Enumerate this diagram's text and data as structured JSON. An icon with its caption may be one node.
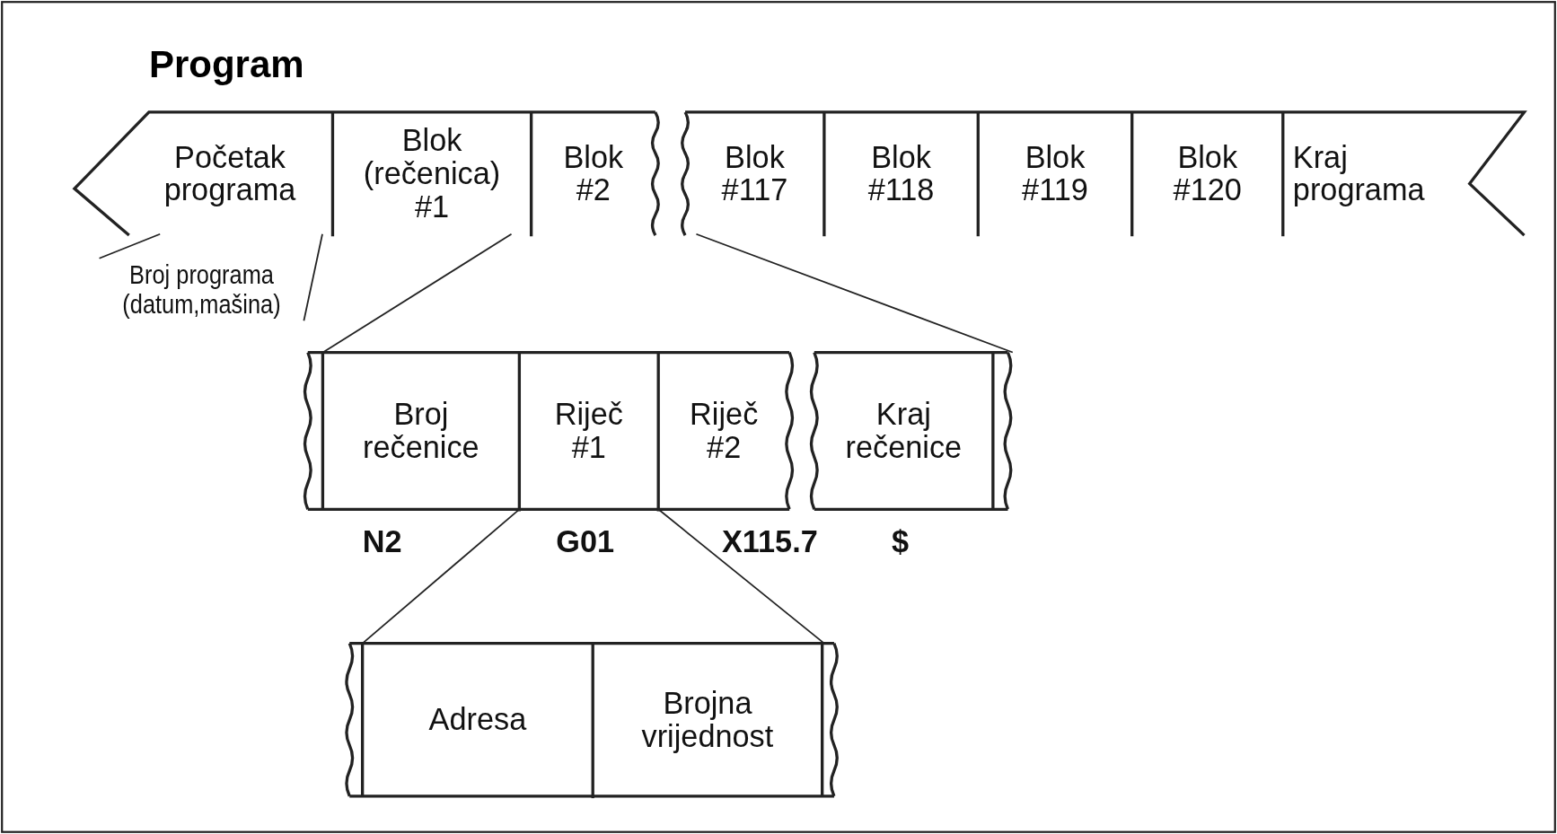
{
  "diagram": {
    "title": "Program",
    "nodes": [
      {
        "text": [],
        "shape": "band"
      },
      {
        "text": [
          "Početak programa"
        ],
        "in": 0
      },
      {
        "text": [
          "Blok (rečenica) #1"
        ],
        "in": 0
      },
      {
        "text": [
          "Blok #2"
        ],
        "in": 0
      },
      {
        "text": [
          "Blok #117"
        ],
        "in": 0
      },
      {
        "text": [
          "Blok #118"
        ],
        "in": 0
      },
      {
        "text": [
          "Blok #119"
        ],
        "in": 0
      },
      {
        "text": [
          "Blok #120"
        ],
        "in": 0
      },
      {
        "text": [
          "Kraj programa"
        ],
        "in": 0
      },
      {
        "text": [
          "Broj programa (datum,mašina)"
        ]
      },
      {
        "text": [],
        "shape": "band"
      },
      {
        "text": [
          "Broj rečenice"
        ],
        "in": 10
      },
      {
        "text": [
          "Riječ #1"
        ],
        "in": 10
      },
      {
        "text": [
          "Riječ #2"
        ],
        "in": 10
      },
      {
        "text": [
          "Kraj rečenice"
        ],
        "in": 10
      },
      {
        "text": [],
        "shape": "band"
      },
      {
        "text": [
          "Adresa"
        ],
        "in": 15
      },
      {
        "text": [
          "Brojna vrijednost"
        ],
        "in": 15
      }
    ],
    "edges": [
      {
        "from": 1,
        "to": 9,
        "arrow": "none"
      },
      {
        "from": 1,
        "to": 9,
        "arrow": "none"
      },
      {
        "from": 2,
        "to": 10,
        "arrow": "none"
      },
      {
        "from": 4,
        "to": 10,
        "arrow": "none"
      },
      {
        "from": 12,
        "to": 15,
        "arrow": "none"
      },
      {
        "from": 12,
        "to": 15,
        "arrow": "none"
      }
    ],
    "labels": [
      "N2",
      "G01",
      "X115.7",
      "$"
    ]
  }
}
